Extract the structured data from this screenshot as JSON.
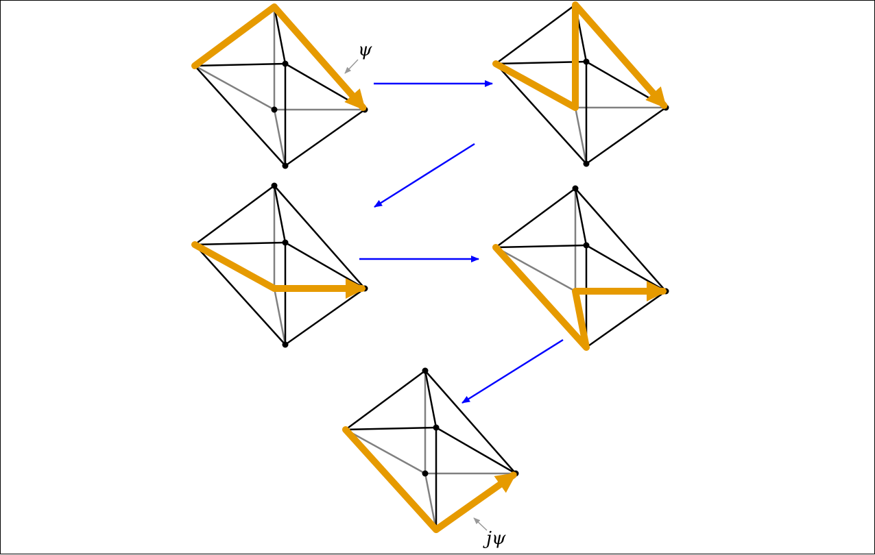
{
  "labels": {
    "start": "ψ",
    "end": "jψ"
  },
  "colors": {
    "path": "#e69a00",
    "edge_front": "#000000",
    "edge_back": "#808080",
    "transition_arrow": "#0000ff",
    "callout_arrow": "#999999"
  },
  "diagram": {
    "figure_count": 5,
    "solid": "octahedron",
    "sequence": [
      "figure-1",
      "figure-2",
      "figure-3",
      "figure-4",
      "figure-5"
    ]
  }
}
